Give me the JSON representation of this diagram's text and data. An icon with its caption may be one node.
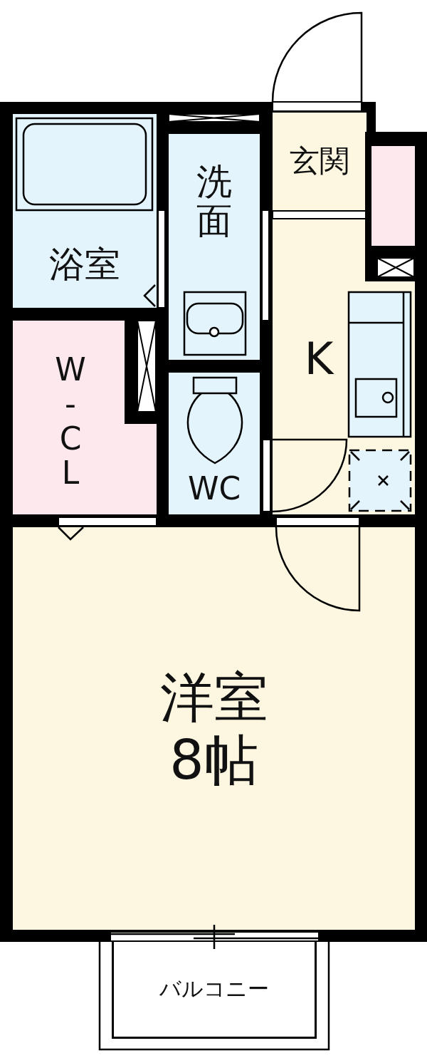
{
  "diagram": {
    "nodes": [
      {
        "text": [
          "浴室"
        ]
      },
      {
        "text": [
          "洗面"
        ]
      },
      {
        "text": [
          "玄関"
        ]
      },
      {
        "text": [],
        "shape": "box"
      },
      {
        "text": [
          "W-CL"
        ]
      },
      {
        "text": [
          "WC"
        ]
      },
      {
        "text": [
          "K"
        ]
      },
      {
        "text": [
          "洋室",
          "8帖"
        ]
      },
      {
        "text": [
          "バルコニー"
        ]
      }
    ]
  }
}
